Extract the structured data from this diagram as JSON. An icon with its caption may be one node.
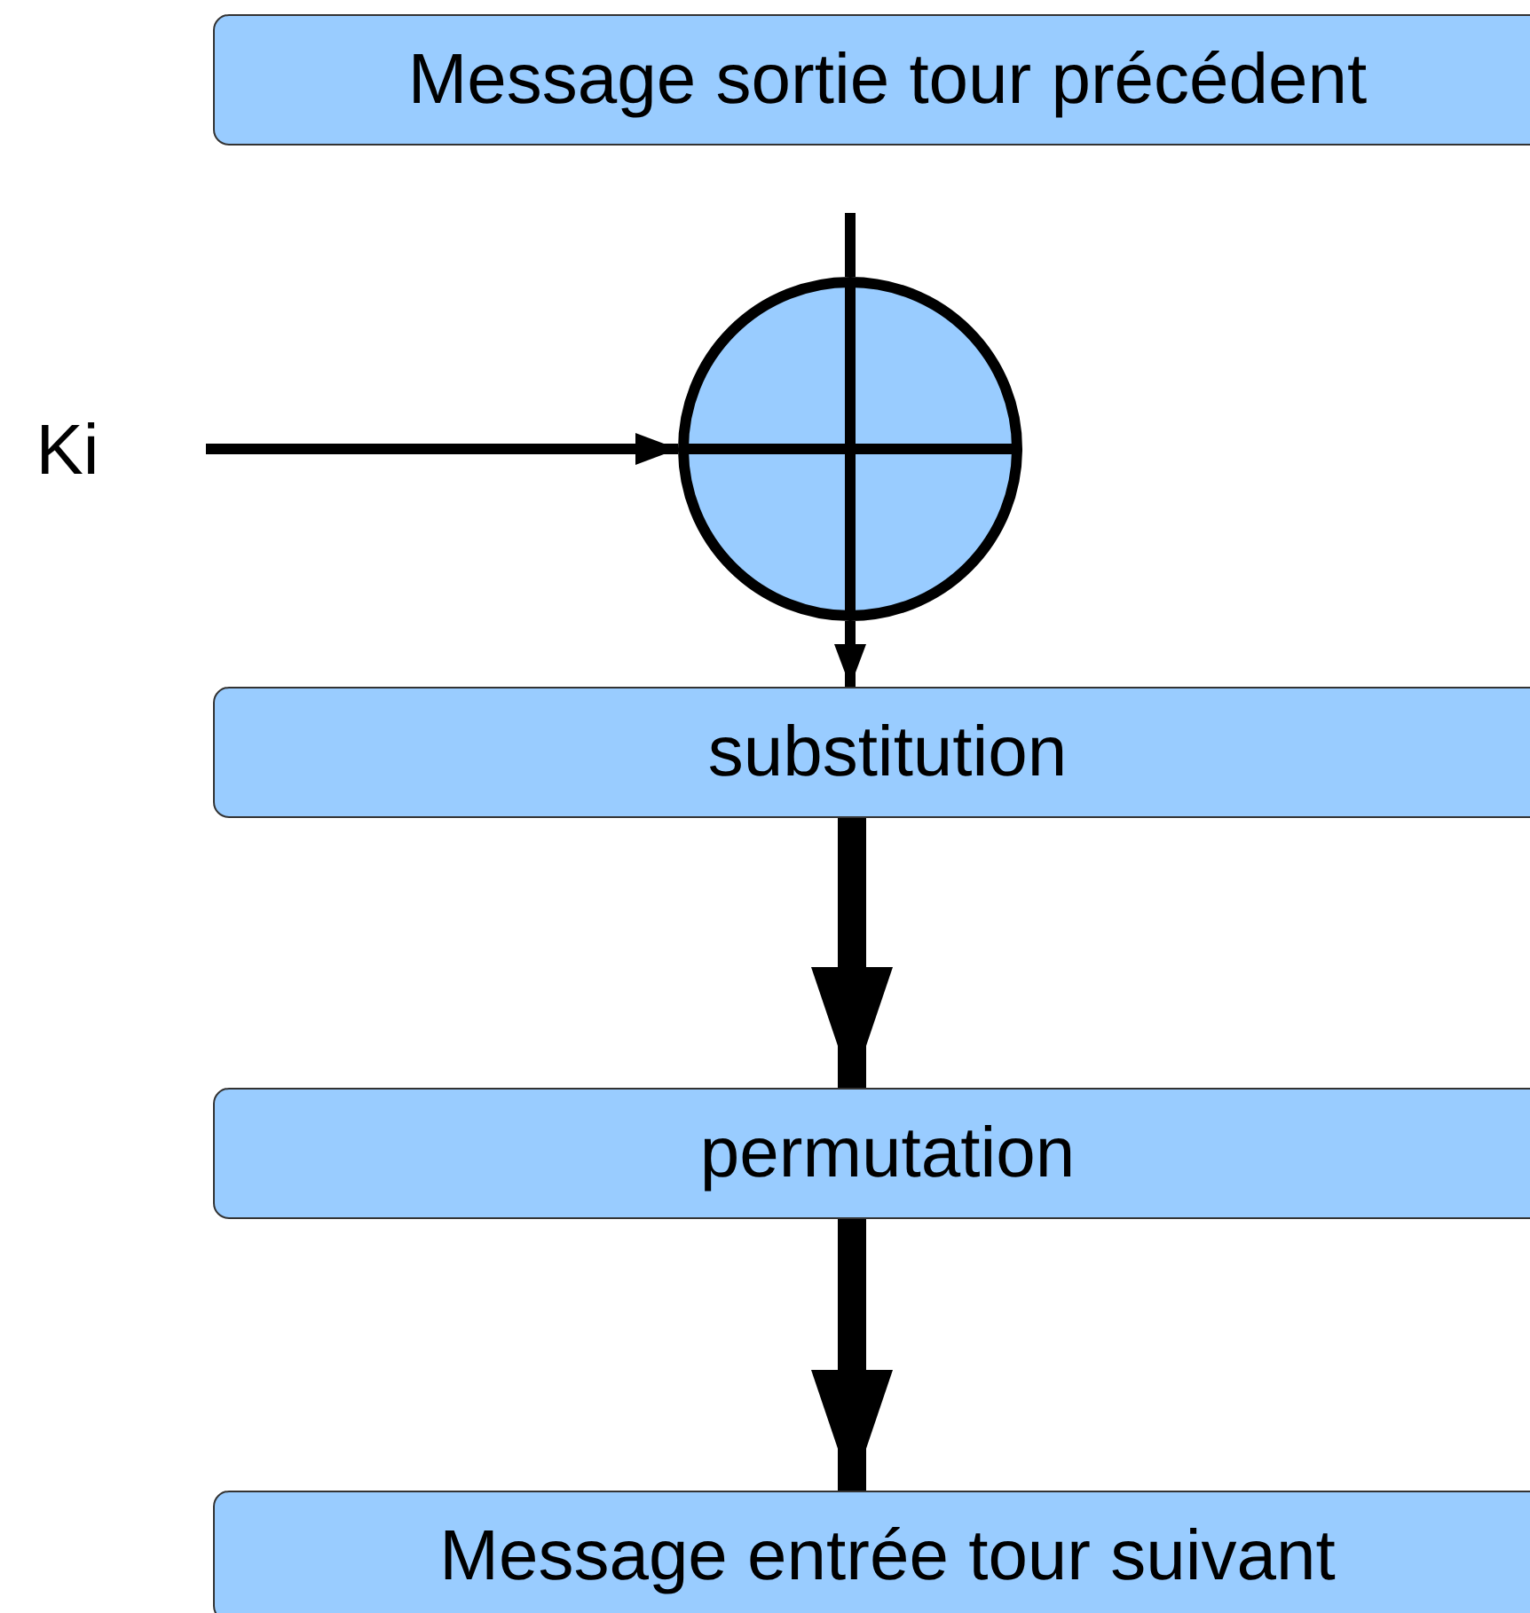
{
  "diagram": {
    "nodes": [
      {
        "text": [
          "Message sortie tour précédent"
        ]
      },
      {
        "text": [
          "Ki"
        ]
      },
      {
        "text": [],
        "shape": "circle"
      },
      {
        "text": [
          "substitution"
        ]
      },
      {
        "text": [
          "permutation"
        ]
      },
      {
        "text": [
          "Message entrée tour suivant"
        ]
      }
    ],
    "edges": [
      {
        "from": null,
        "to": 2,
        "arrow": "none"
      },
      {
        "from": 1,
        "to": 2,
        "arrow": "to"
      },
      {
        "from": 2,
        "to": 3,
        "arrow": "to"
      },
      {
        "from": 3,
        "to": 4,
        "arrow": "to",
        "style": "thick"
      },
      {
        "from": 4,
        "to": 5,
        "arrow": "to",
        "style": "thick"
      }
    ]
  }
}
